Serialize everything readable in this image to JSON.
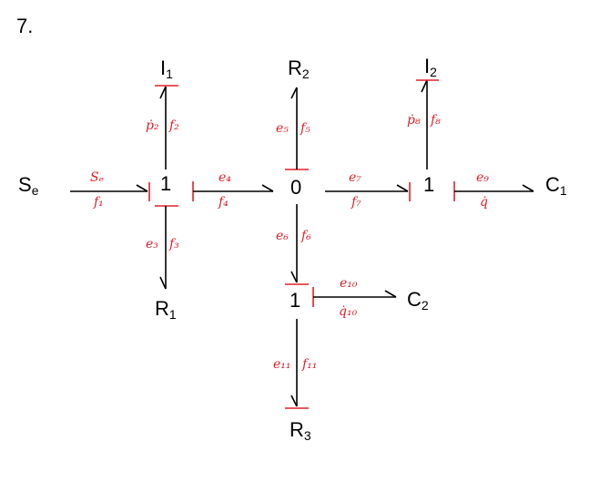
{
  "problem_number": "7.",
  "nodes": {
    "se": "S",
    "se_sub": "e",
    "i1": "I",
    "i1_sub": "1",
    "r2": "R",
    "r2_sub": "2",
    "i2": "I",
    "i2_sub": "2",
    "junction_1_left": "1",
    "junction_0": "0",
    "junction_1_right": "1",
    "c1": "C",
    "c1_sub": "1",
    "r1": "R",
    "r1_sub": "1",
    "junction_1_bottom": "1",
    "c2": "C",
    "c2_sub": "2",
    "r3": "R",
    "r3_sub": "3"
  },
  "labels": {
    "bond_i1": {
      "effort": "ṗ₂",
      "flow": "f₂"
    },
    "bond_r2": {
      "effort": "e₅",
      "flow": "f₅"
    },
    "bond_i2": {
      "effort": "ṗ₈",
      "flow": "f₈"
    },
    "bond_se": {
      "effort": "Sₑ",
      "flow": "f₁"
    },
    "bond_1_0": {
      "effort": "e₄",
      "flow": "f₄"
    },
    "bond_0_1": {
      "effort": "e₇",
      "flow": "f₇"
    },
    "bond_c1": {
      "effort": "e₉",
      "flow": "q̇"
    },
    "bond_r1": {
      "effort": "e₃",
      "flow": "f₃"
    },
    "bond_0_bottom": {
      "effort": "e₆",
      "flow": "f₆"
    },
    "bond_c2": {
      "effort": "e₁₀",
      "flow": "q̇₁₀"
    },
    "bond_r3": {
      "effort": "e₁₁",
      "flow": "f₁₁"
    }
  }
}
